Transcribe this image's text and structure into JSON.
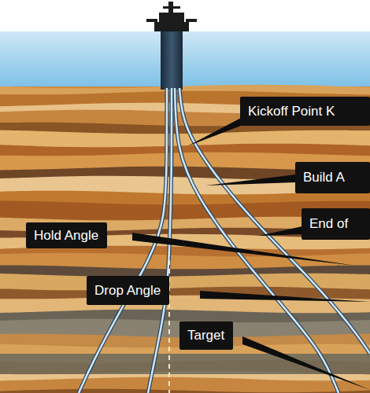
{
  "diagram": {
    "nodes": [
      {
        "text": [
          "Kickoff Point K"
        ]
      },
      {
        "text": [
          "Build A"
        ]
      },
      {
        "text": [
          "End of"
        ]
      },
      {
        "text": [
          "Hold Angle"
        ]
      },
      {
        "text": [
          "Drop Angle"
        ]
      },
      {
        "text": [
          "Target"
        ]
      }
    ]
  }
}
